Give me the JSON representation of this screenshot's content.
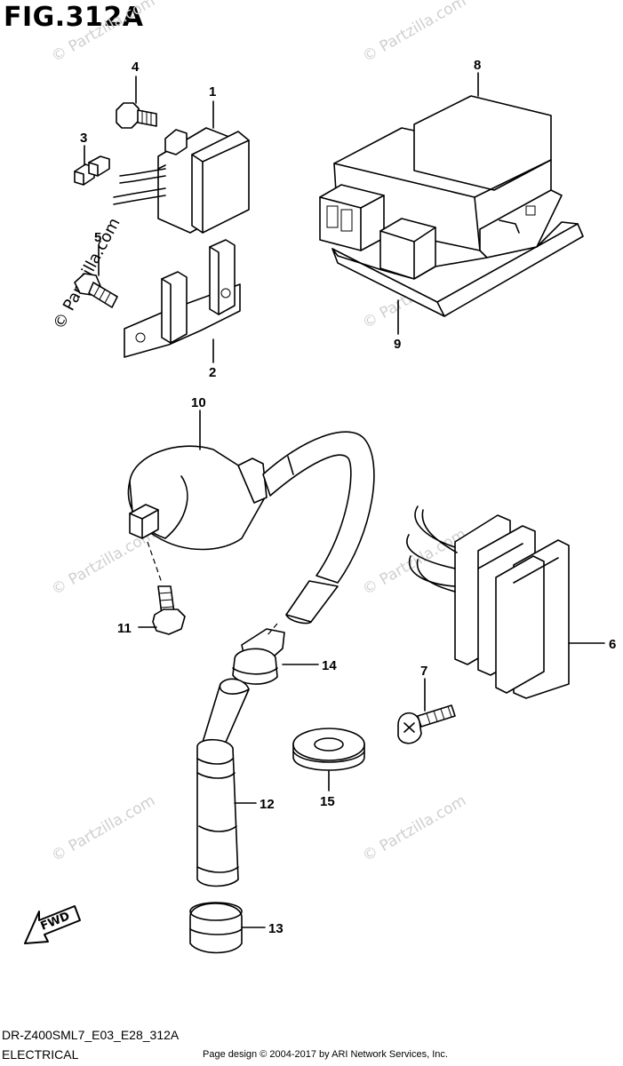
{
  "figure": {
    "title": "FIG.312A"
  },
  "footer": {
    "model_code": "DR-Z400SML7_E03_E28_312A",
    "section_name": "ELECTRICAL",
    "credit": "Page design © 2004-2017 by ARI Network Services, Inc."
  },
  "watermark": {
    "text": "© Partzilla.com"
  },
  "direction_arrow": {
    "label": "FWD"
  },
  "callouts": {
    "p1": "1",
    "p2": "2",
    "p3": "3",
    "p4": "4",
    "p5": "5",
    "p6": "6",
    "p7": "7",
    "p8": "8",
    "p9": "9",
    "p10": "10",
    "p11": "11",
    "p12": "12",
    "p13": "13",
    "p14": "14",
    "p15": "15"
  },
  "icons": {
    "p1": "relay-icon",
    "p2": "relay-bracket-icon",
    "p3": "fuse-icon",
    "p4": "bolt-icon",
    "p5": "bolt-icon",
    "p6": "regulator-rectifier-icon",
    "p7": "screw-icon",
    "p8": "ecm-unit-icon",
    "p9": "cushion-pad-icon",
    "p10": "ignition-coil-icon",
    "p11": "bolt-icon",
    "p12": "plug-cap-icon",
    "p13": "boot-cap-icon",
    "p14": "cable-seal-icon",
    "p15": "grommet-icon"
  }
}
